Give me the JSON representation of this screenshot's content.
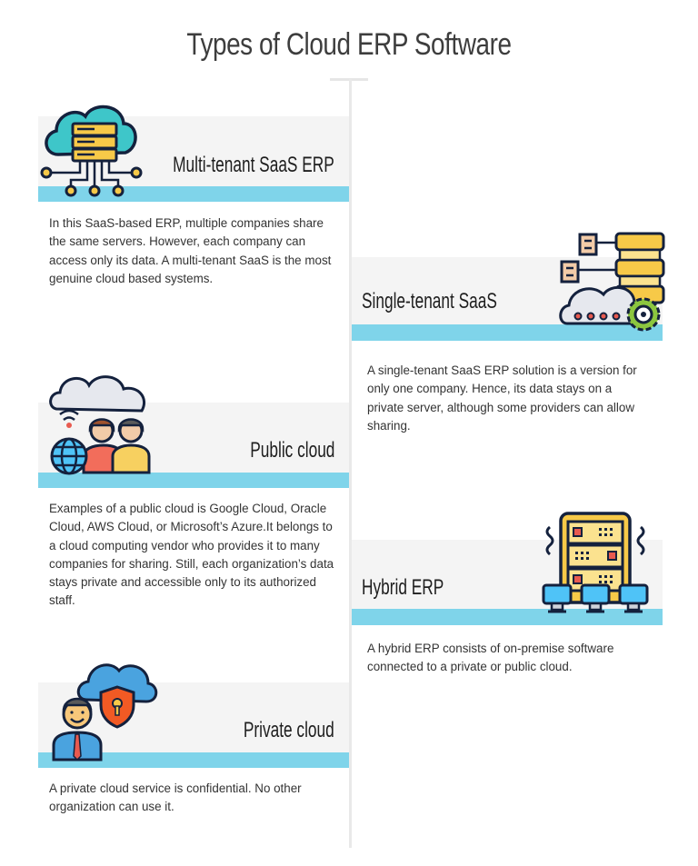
{
  "title": "Types of Cloud ERP Software",
  "colors": {
    "band": "#f4f4f4",
    "stripe": "#7fd4ea",
    "timeline": "#e9e9e9",
    "heading": "#1e1e1e",
    "text": "#333333"
  },
  "sections": [
    {
      "heading": "Multi-tenant SaaS ERP",
      "icon": "cloud-server-network-icon",
      "side": "left",
      "description": "In this SaaS-based ERP, multiple companies share the same servers. However, each company can access only its data. A multi-tenant SaaS is the most genuine cloud based systems."
    },
    {
      "heading": "Single-tenant SaaS",
      "icon": "cloud-server-gear-icon",
      "side": "right",
      "description": "A single-tenant SaaS ERP solution is a version for only one company. Hence, its data stays on a private server, although some providers can allow sharing."
    },
    {
      "heading": "Public cloud",
      "icon": "public-cloud-users-icon",
      "side": "left",
      "description": "Examples of a public cloud is Google Cloud, Oracle Cloud, AWS Cloud, or Microsoft’s Azure.It belongs to a cloud computing vendor who provides it to many companies for sharing. Still, each organization’s data stays private and accessible only to its authorized staff."
    },
    {
      "heading": "Hybrid ERP",
      "icon": "server-rack-computers-icon",
      "side": "right",
      "description": "A hybrid ERP consists of on-premise software connected to a private or public cloud."
    },
    {
      "heading": "Private cloud",
      "icon": "private-cloud-shield-user-icon",
      "side": "left",
      "description": "A private cloud service is confidential. No other organization can use it."
    }
  ]
}
